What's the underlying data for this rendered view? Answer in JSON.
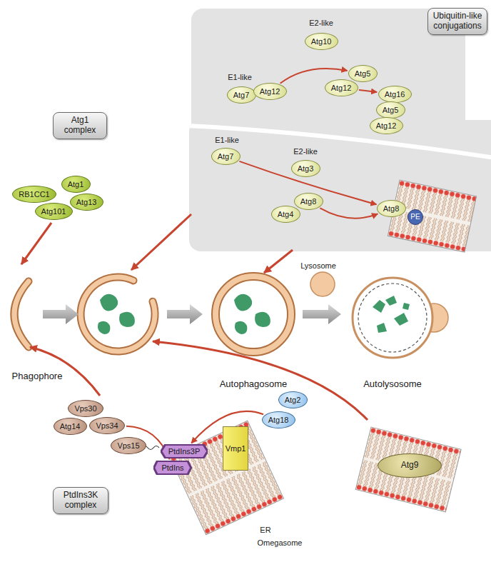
{
  "diagram": {
    "nodes": [
      {
        "text": [
          "Ubiquitin-like conjugations"
        ]
      },
      {
        "text": [
          "Atg10"
        ]
      },
      {
        "text": [
          "Atg7"
        ]
      },
      {
        "text": [
          "Atg12"
        ]
      },
      {
        "text": [
          "Atg5"
        ]
      },
      {
        "text": [
          "Atg12"
        ]
      },
      {
        "text": [
          "Atg16"
        ]
      },
      {
        "text": [
          "Atg5"
        ]
      },
      {
        "text": [
          "Atg12"
        ]
      },
      {
        "text": [
          "Atg3"
        ]
      },
      {
        "text": [
          "Atg7"
        ]
      },
      {
        "text": [
          "Atg8"
        ]
      },
      {
        "text": [
          "Atg4"
        ]
      },
      {
        "text": [
          "Atg8"
        ]
      },
      {
        "text": [
          "PE"
        ]
      },
      {
        "text": [
          "Atg1 complex"
        ]
      },
      {
        "text": [
          "RB1CC1"
        ]
      },
      {
        "text": [
          "Atg1"
        ]
      },
      {
        "text": [
          "Atg13"
        ]
      },
      {
        "text": [
          "Atg101"
        ]
      },
      {
        "text": [
          "Vps30"
        ]
      },
      {
        "text": [
          "Atg14"
        ]
      },
      {
        "text": [
          "Vps34"
        ]
      },
      {
        "text": [
          "Vps15"
        ]
      },
      {
        "text": [
          "PtdIns3P"
        ]
      },
      {
        "text": [
          "PtdIns"
        ]
      },
      {
        "text": [
          "Vmp1"
        ]
      },
      {
        "text": [
          "Atg2"
        ]
      },
      {
        "text": [
          "Atg18"
        ]
      },
      {
        "text": [
          "Atg9"
        ]
      },
      {
        "text": [
          "PtdIns3K complex"
        ]
      }
    ],
    "edges": [
      {
        "from": 3,
        "to": 4,
        "arrow": "to"
      },
      {
        "from": 5,
        "to": 6,
        "arrow": "to"
      },
      {
        "from": 10,
        "to": 13,
        "arrow": "to"
      },
      {
        "from": 11,
        "to": 13,
        "arrow": "to"
      },
      {
        "from": 22,
        "to": 25,
        "arrow": "to"
      },
      {
        "from": 28,
        "to": 24,
        "arrow": "to"
      }
    ],
    "labels": [
      "E2-like",
      "E1-like",
      "E2-like",
      "E1-like",
      "Lysosome",
      "Phagophore",
      "Autophagosome",
      "Autolysosome",
      "ER",
      "Omegasome"
    ]
  }
}
